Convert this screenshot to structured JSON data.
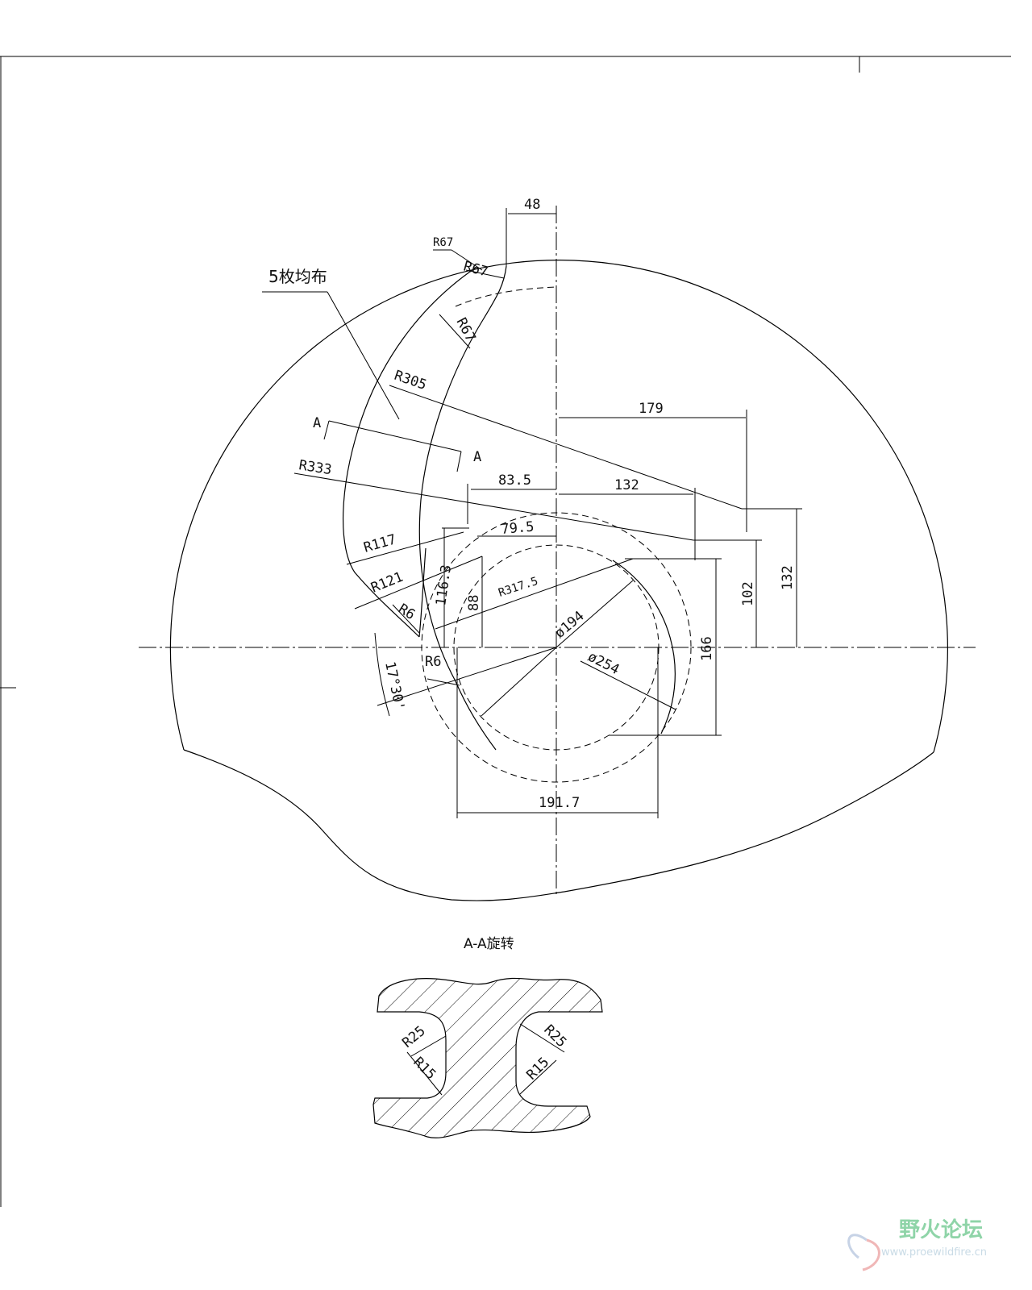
{
  "drawing": {
    "note_blades": "5枚均布",
    "section_mark_a1": "A",
    "section_mark_a2": "A",
    "section_title": "A-A旋转",
    "dims": {
      "d48": "48",
      "r67_top": "R67",
      "r67_mid": "R67",
      "r67_low": "R67",
      "r305": "R305",
      "r333": "R333",
      "d83_5": "83.5",
      "d132_h": "132",
      "d179": "179",
      "r117": "R117",
      "d79_5": "79.5",
      "r121": "R121",
      "d116_3": "116.3",
      "d88": "88",
      "r317_5": "R317.5",
      "r6_a": "R6",
      "r6_b": "R6",
      "dia194": "ø194",
      "dia254": "ø254",
      "angle": "17°30'",
      "d102": "102",
      "d132_v": "132",
      "d166": "166",
      "d191_7": "191.7"
    },
    "section_dims": {
      "r25_left": "R25",
      "r15_left": "R15",
      "r25_right": "R25",
      "r15_right": "R15"
    }
  },
  "watermark": {
    "title": "野火论坛",
    "url": "www.proewildfire.cn"
  }
}
